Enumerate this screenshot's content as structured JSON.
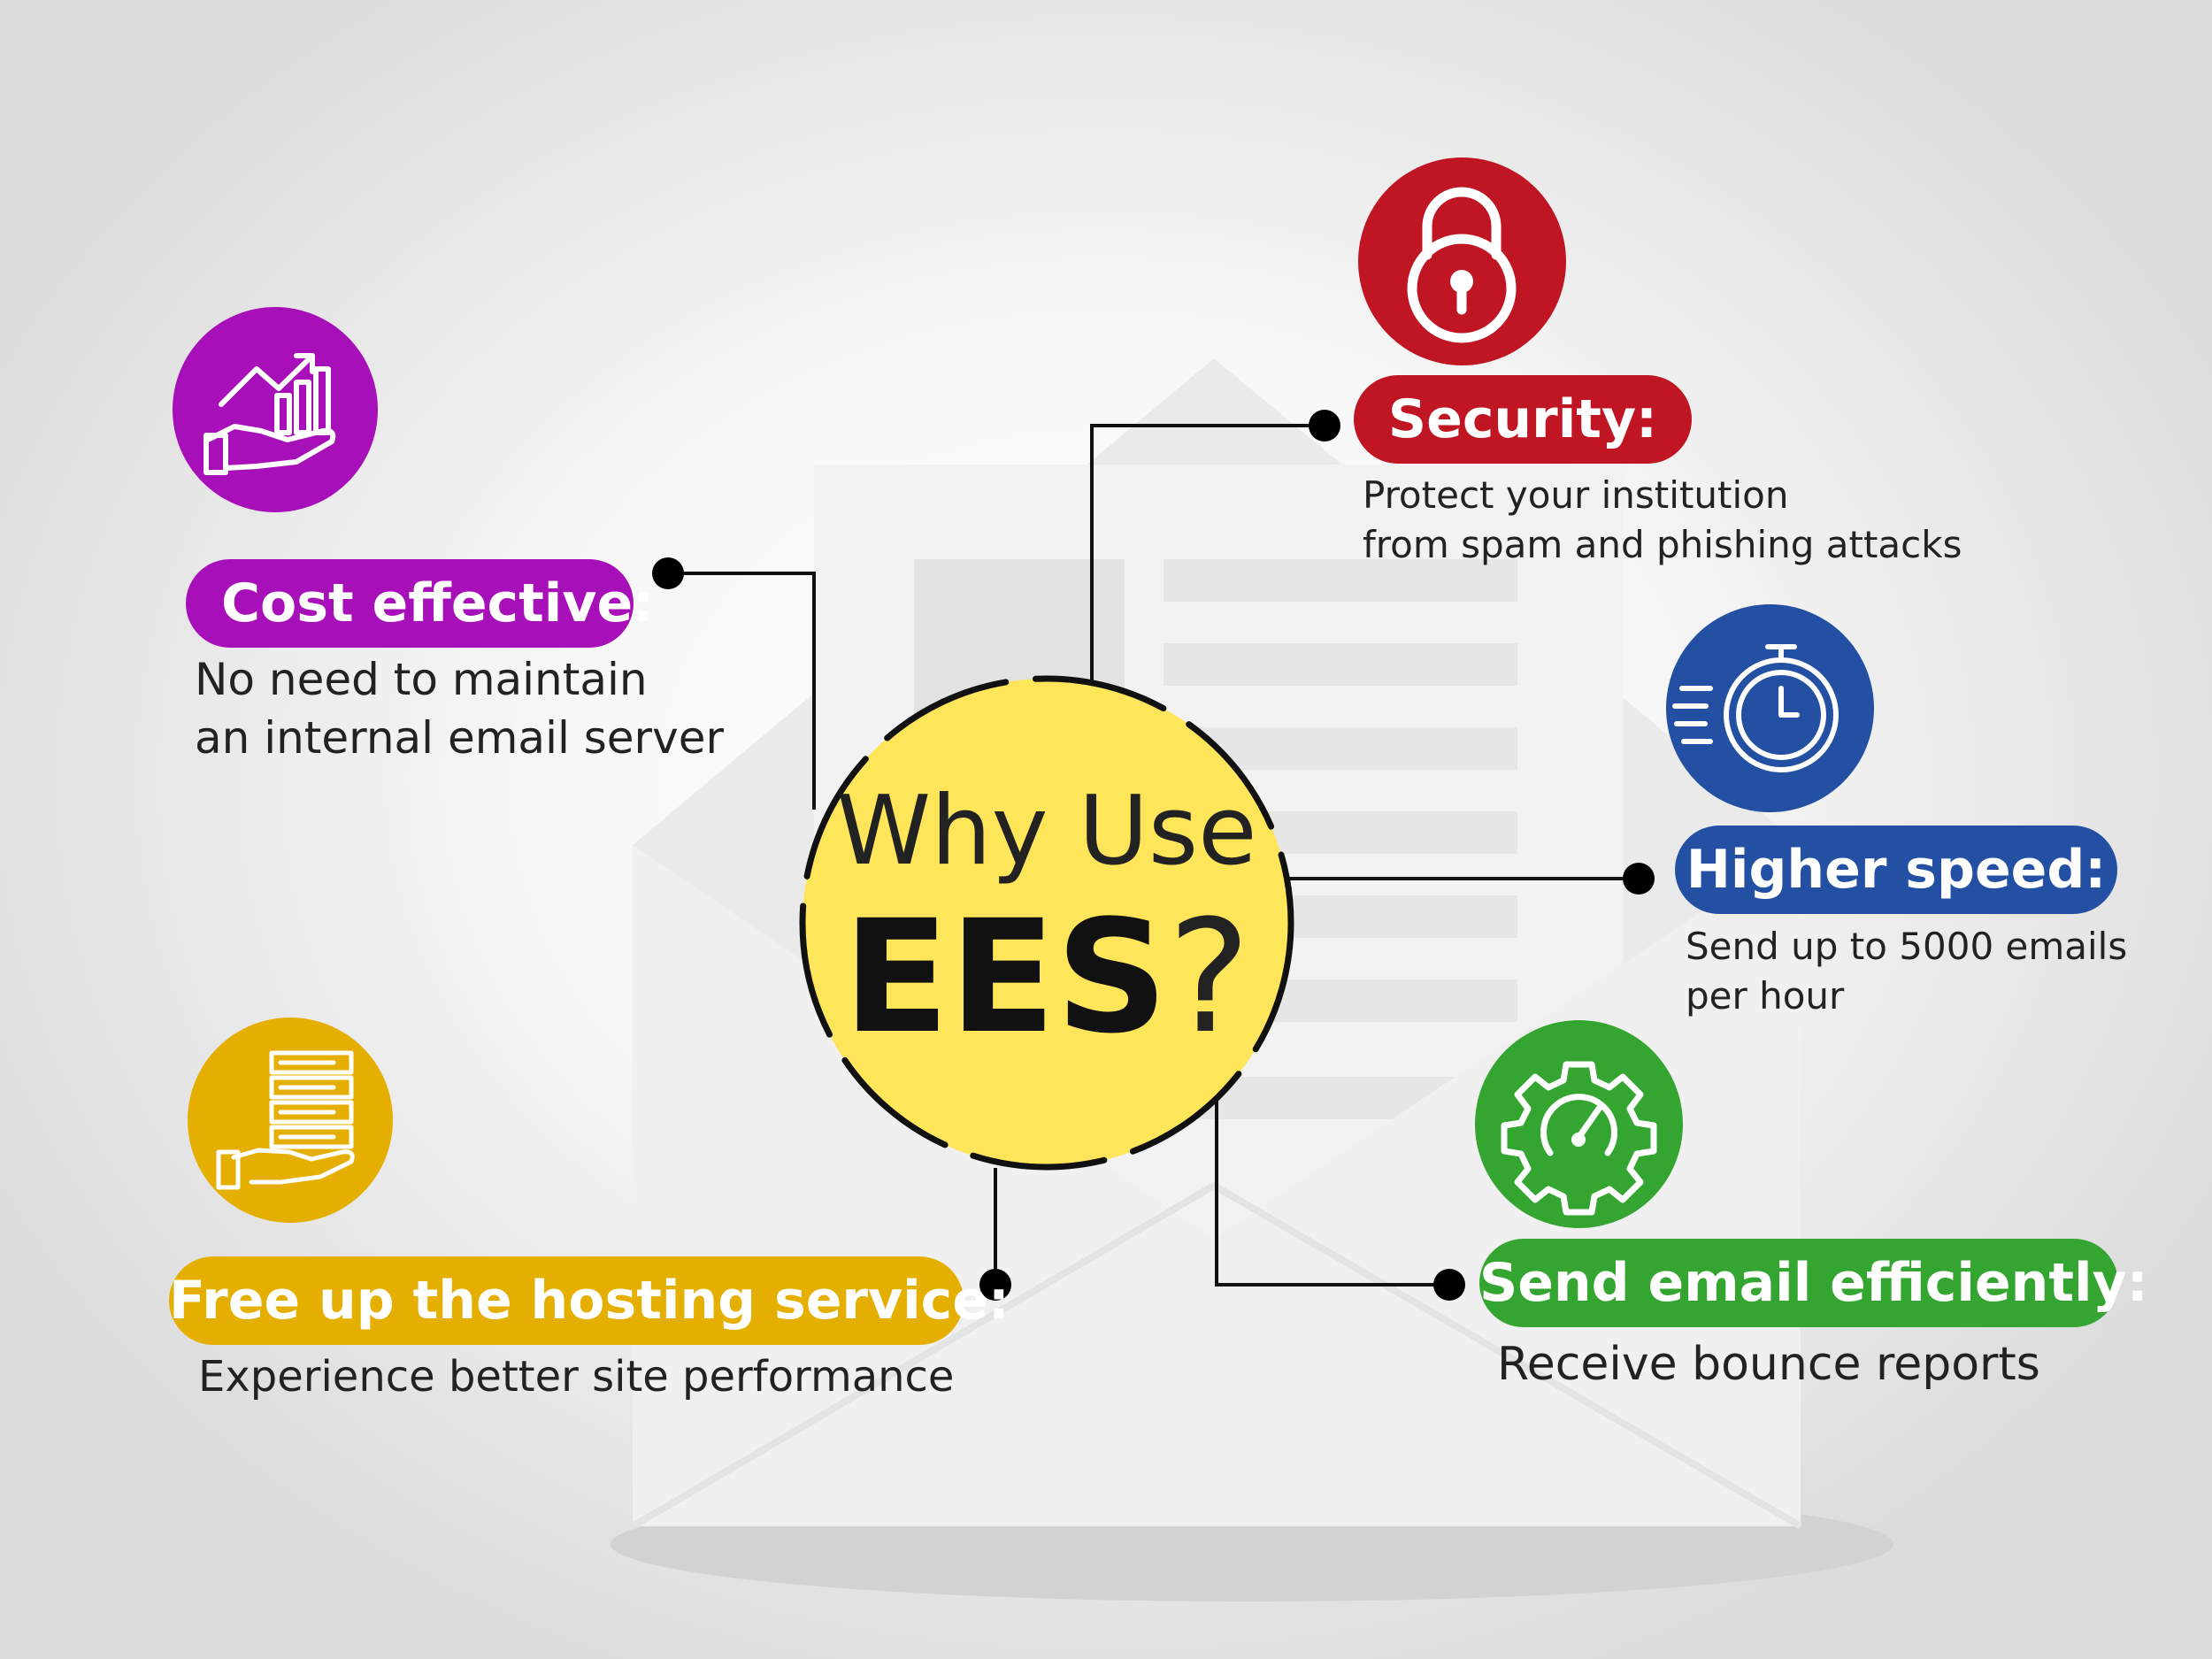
{
  "center": {
    "line1": "Why Use",
    "line2_bold": "EES",
    "line2_mark": "?"
  },
  "features": {
    "cost": {
      "title": "Cost effective:",
      "description": "No need to maintain\nan internal email server",
      "color": "#A70FB8",
      "icon": "growth-chart-hand-icon"
    },
    "security": {
      "title": "Security:",
      "description": "Protect your institution\nfrom spam and phishing attacks",
      "color": "#C01523",
      "icon": "padlock-icon"
    },
    "speed": {
      "title": "Higher speed:",
      "description": "Send up to 5000 emails\nper hour",
      "color": "#2350A3",
      "icon": "stopwatch-icon"
    },
    "efficiency": {
      "title": "Send email efficiently:",
      "description": "Receive bounce reports",
      "color": "#35A531",
      "icon": "gear-gauge-icon"
    },
    "hosting": {
      "title": "Free up the hosting service:",
      "description": "Experience better site performance",
      "color": "#E4AF00",
      "icon": "server-hand-icon"
    }
  },
  "center_color": "#FFE55A"
}
